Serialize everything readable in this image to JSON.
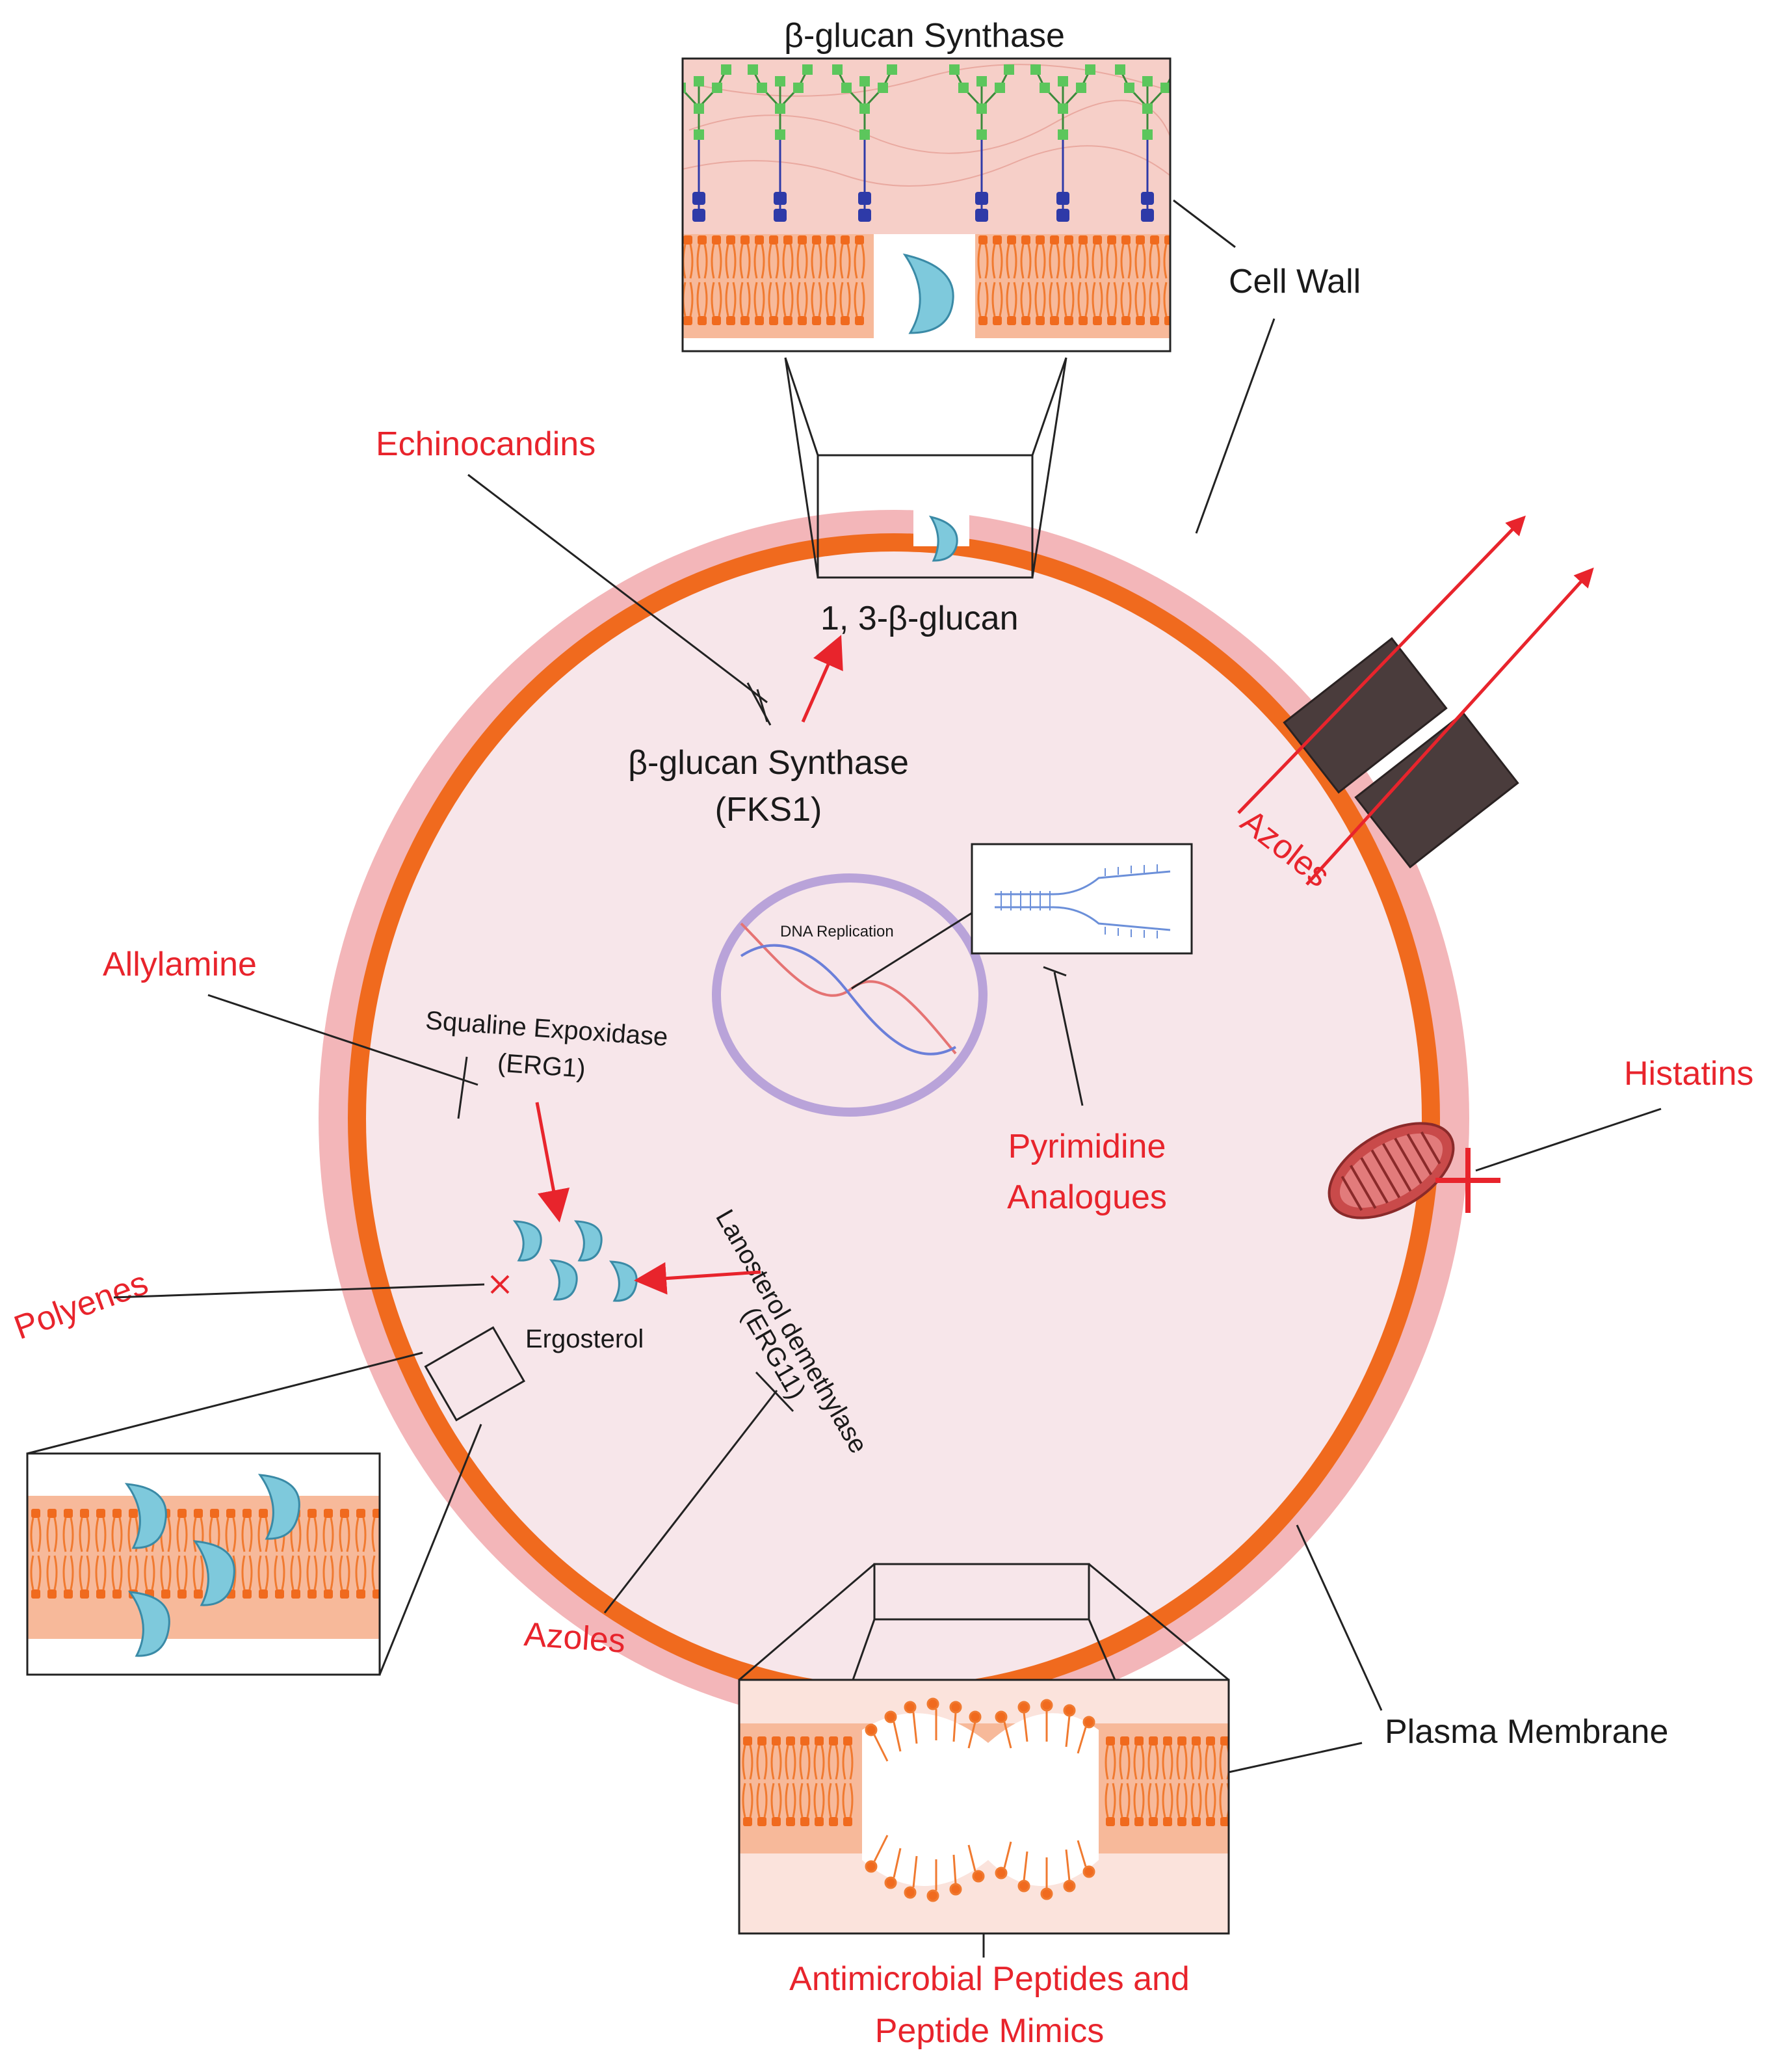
{
  "labels": {
    "top_inset_title": "β-glucan Synthase",
    "cell_wall": "Cell Wall",
    "echinocandins": "Echinocandins",
    "glucan_product": "1, 3-β-glucan",
    "synthase_line1": "β-glucan Synthase",
    "synthase_line2": "(FKS1)",
    "azoles_efflux": "Azoles",
    "dna_replication": "DNA Replication",
    "allylamine": "Allylamine",
    "squalene_line1": "Squaline Expoxidase",
    "squalene_line2": "(ERG1)",
    "pyrimidine_line1": "Pyrimidine",
    "pyrimidine_line2": "Analogues",
    "histatins": "Histatins",
    "polyenes": "Polyenes",
    "ergosterol": "Ergosterol",
    "lanosterol_line1": "Lanosterol demethylase",
    "lanosterol_line2": "(ERG11)",
    "azoles_erg11": "Azoles",
    "plasma_membrane": "Plasma Membrane",
    "amp_line1": "Antimicrobial Peptides and",
    "amp_line2": "Peptide Mimics"
  },
  "colors": {
    "drug_red": "#e8242c",
    "membrane_orange": "#f06a1e",
    "cell_wall_pink": "#f3b6b9",
    "cytoplasm": "#f7e6ea",
    "ergosterol_blue": "#7ec9dc",
    "nucleus_purple": "#b9a3d9",
    "glucan_green": "#5cc65c",
    "mannan_blue": "#2e3aa8",
    "efflux_pump": "#4a3c3c"
  }
}
